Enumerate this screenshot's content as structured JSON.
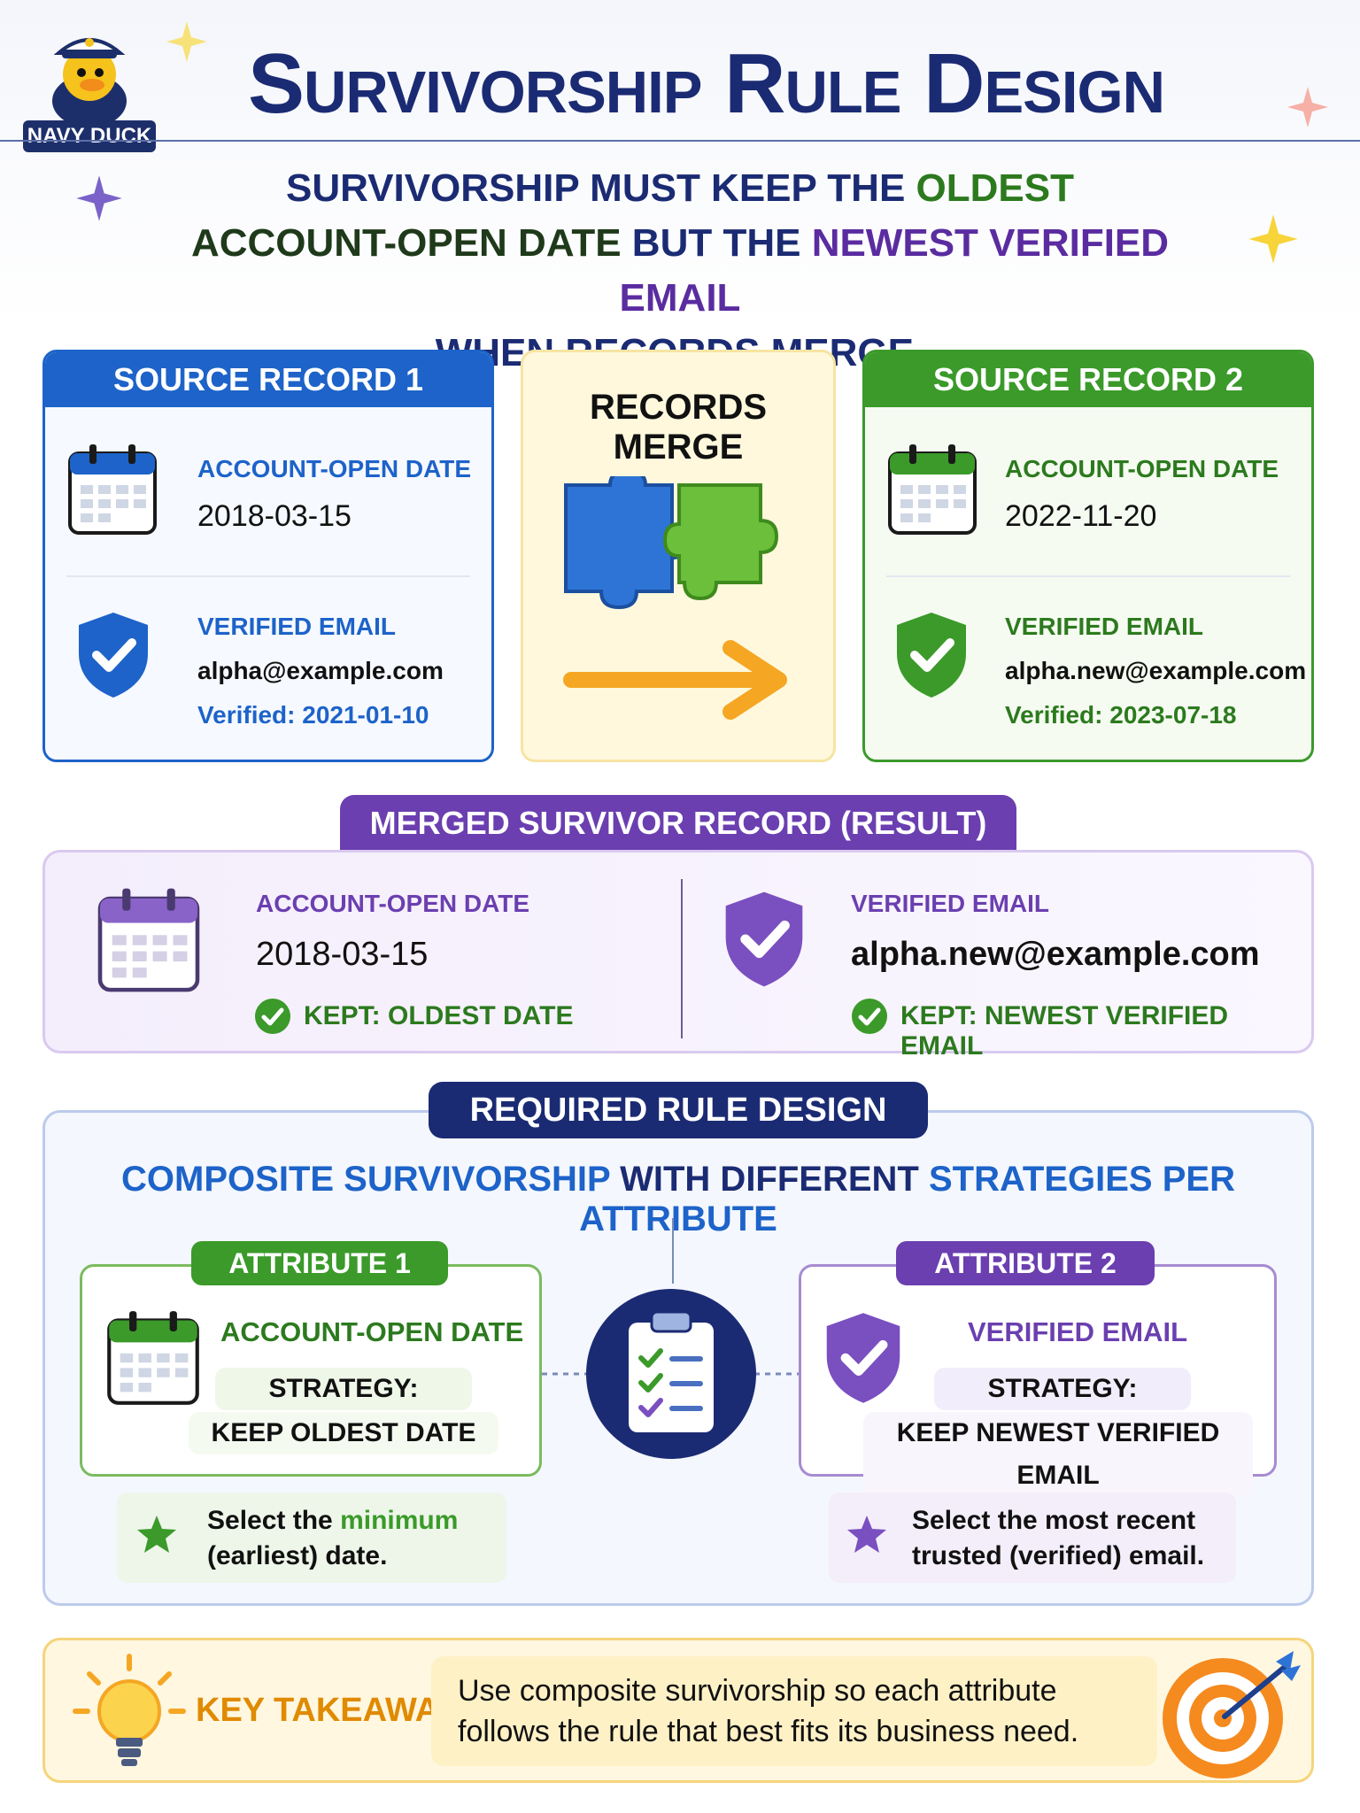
{
  "brand": {
    "name": "NAVY DUCK"
  },
  "header": {
    "title": "Survivorship Rule Design",
    "subtitle_line1_a": "SURVIVORSHIP MUST KEEP THE ",
    "subtitle_line1_b": "OLDEST",
    "subtitle_line2_a": "ACCOUNT-OPEN DATE",
    "subtitle_line2_b": " BUT THE ",
    "subtitle_line2_c": "NEWEST VERIFIED EMAIL",
    "subtitle_line3": "WHEN RECORDS MERGE."
  },
  "source1": {
    "title": "SOURCE RECORD 1",
    "date_label": "ACCOUNT-OPEN DATE",
    "date_value": "2018-03-15",
    "email_label": "VERIFIED EMAIL",
    "email_value": "alpha@example.com",
    "verified": "Verified: 2021-01-10"
  },
  "merge": {
    "title": "RECORDS MERGE"
  },
  "source2": {
    "title": "SOURCE RECORD 2",
    "date_label": "ACCOUNT-OPEN DATE",
    "date_value": "2022-11-20",
    "email_label": "VERIFIED EMAIL",
    "email_value": "alpha.new@example.com",
    "verified": "Verified: 2023-07-18"
  },
  "result": {
    "title": "MERGED SURVIVOR RECORD (RESULT)",
    "date_label": "ACCOUNT-OPEN DATE",
    "date_value": "2018-03-15",
    "date_kept": "KEPT: OLDEST DATE",
    "email_label": "VERIFIED EMAIL",
    "email_value": "alpha.new@example.com",
    "email_kept": "KEPT: NEWEST VERIFIED EMAIL"
  },
  "rule": {
    "title": "REQUIRED RULE DESIGN",
    "sub_a": "COMPOSITE SURVIVORSHIP",
    "sub_b": " WITH DIFFERENT ",
    "sub_c": "STRATEGIES PER ATTRIBUTE",
    "attr1": {
      "tab": "ATTRIBUTE 1",
      "name": "ACCOUNT-OPEN DATE",
      "strategy_label": "STRATEGY:",
      "strategy_value": "KEEP OLDEST DATE",
      "note_a": "Select the ",
      "note_b": "minimum",
      "note_c": "(earliest) date."
    },
    "attr2": {
      "tab": "ATTRIBUTE 2",
      "name": "VERIFIED EMAIL",
      "strategy_label": "STRATEGY:",
      "strategy_value": "KEEP NEWEST VERIFIED EMAIL",
      "note_a": "Select the most recent",
      "note_b": "trusted (verified) email."
    }
  },
  "takeaway": {
    "label": "KEY TAKEAWAY",
    "text_line1": "Use composite survivorship so each attribute",
    "text_line2": "follows the rule that best fits its business need."
  },
  "colors": {
    "navy": "#1b2b73",
    "blue": "#1d63c9",
    "green": "#3b9a2a",
    "purple": "#6b3fb0",
    "orange": "#f5a623"
  }
}
